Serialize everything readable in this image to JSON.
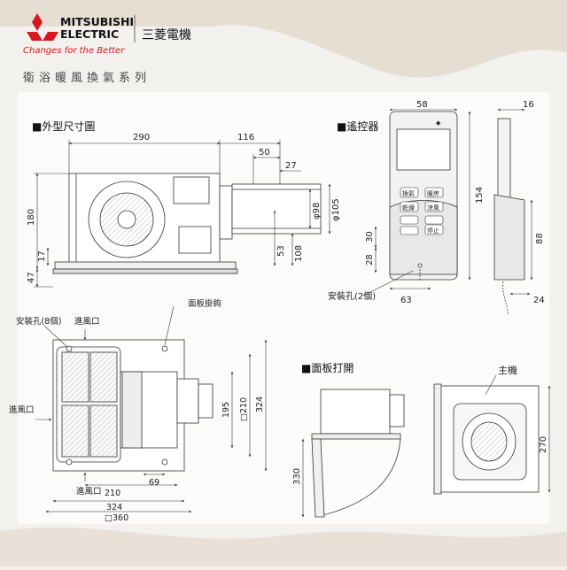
{
  "brand": {
    "name_line1": "MITSUBISHI",
    "name_line2": "ELECTRIC",
    "name_cjk": "三菱電機",
    "tagline": "Changes for the Better",
    "series": "衛浴暖風換氣系列",
    "accent_color": "#d7161d"
  },
  "sections": {
    "outline": "■外型尺寸圖",
    "remote": "■遙控器",
    "panel_open": "■面板打開"
  },
  "labels": {
    "mount_holes_remote": "安裝孔(2個)",
    "mount_holes_main": "安裝孔(8個)",
    "inlet_top": "進風口",
    "inlet_left": "進風口",
    "inlet_bottom": "進風口",
    "panel_hook": "面板掛鉤",
    "main_unit": "主機"
  },
  "remote_buttons": [
    "換氣",
    "暖房",
    "乾燥",
    "涼風",
    "",
    "",
    "",
    "停止"
  ],
  "dimensions": {
    "side": {
      "width": "290",
      "duct_len": "116",
      "d50": "50",
      "d27": "27",
      "height": "180",
      "d17": "17",
      "d47": "47",
      "dia105": "φ105",
      "dia98": "φ98",
      "d108": "108",
      "d53": "53"
    },
    "remote": {
      "w58": "58",
      "h154": "154",
      "d30": "30",
      "d28": "28",
      "w63": "63",
      "d16": "16",
      "d88": "88",
      "d24": "24"
    },
    "plan": {
      "d195": "195",
      "d210v": "□210",
      "d324v": "324",
      "d210h": "210",
      "d69": "69",
      "d324h": "324",
      "d360": "□360"
    },
    "panel": {
      "d330": "330",
      "d270": "270"
    }
  }
}
